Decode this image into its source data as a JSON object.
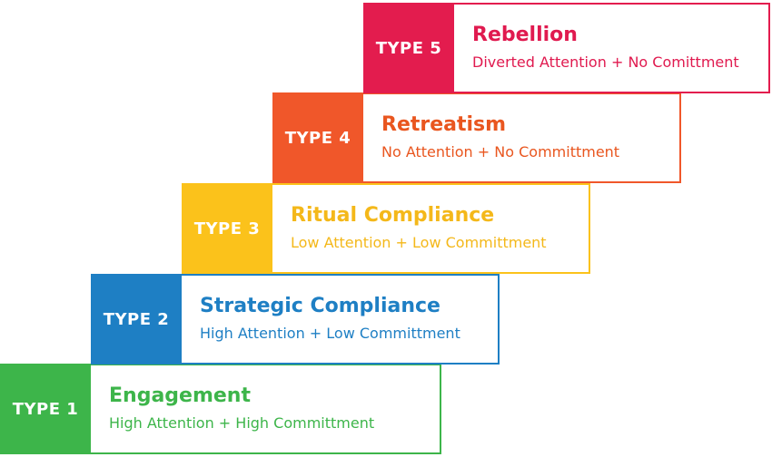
{
  "steps": [
    {
      "type_label": "TYPE 1",
      "title": "Engagement",
      "subtitle": "High Attention + High Committment",
      "color": "#3db54a"
    },
    {
      "type_label": "TYPE 2",
      "title": "Strategic Compliance",
      "subtitle": "High Attention + Low Committment",
      "color": "#1e7fc4"
    },
    {
      "type_label": "TYPE 3",
      "title": "Ritual Compliance",
      "subtitle": "Low Attention + Low Committment",
      "color": "#fbc21b"
    },
    {
      "type_label": "TYPE 4",
      "title": "Retreatism",
      "subtitle": "No Attention + No Committment",
      "color": "#f0572a"
    },
    {
      "type_label": "TYPE 5",
      "title": "Rebellion",
      "subtitle": "Diverted Attention + No Comittment",
      "color": "#e31c4e"
    }
  ]
}
